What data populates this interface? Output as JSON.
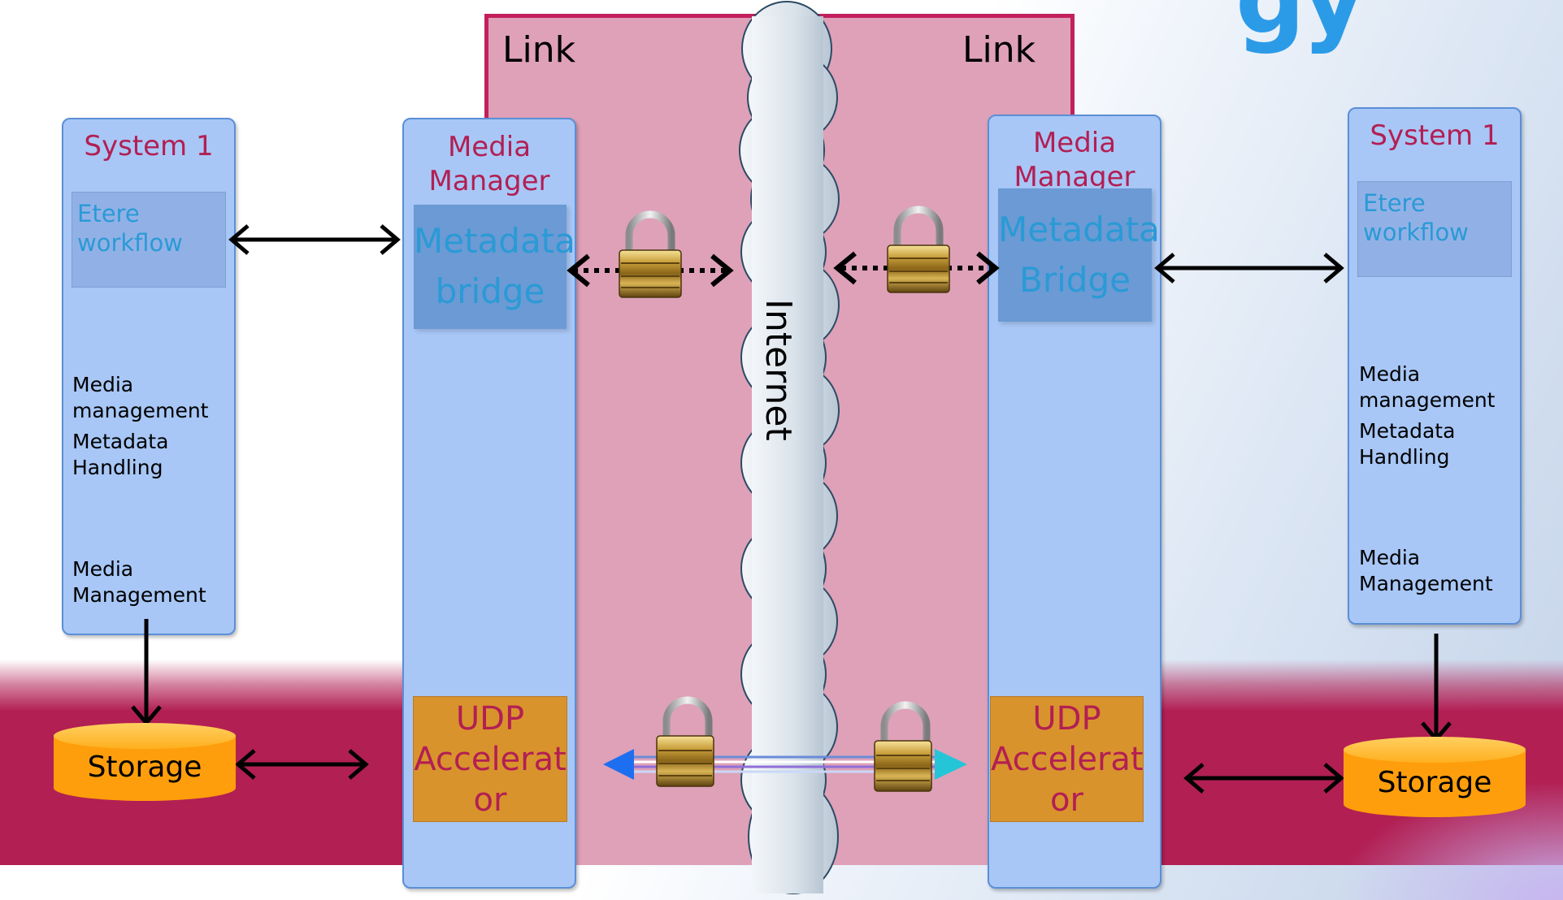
{
  "link_panel": {
    "left_label": "Link",
    "right_label": "Link"
  },
  "internet_label": "Internet",
  "title_fragment": "gy",
  "left_system": {
    "title": "System 1",
    "workflow_label": "Etere\nworkflow",
    "text1": "Media\nmanagement",
    "text2": "Metadata\nHandling",
    "text3": "Media\nManagement"
  },
  "left_media_manager": {
    "title": "Media\nManager",
    "metadata": "Metadata\nbridge",
    "udp": "UDP\nAccelerat\nor"
  },
  "right_media_manager": {
    "title": "Media\nManager",
    "metadata": "Metadata\nBridge",
    "udp": "UDP\nAccelerat\nor"
  },
  "right_system": {
    "title": "System 1",
    "workflow_label": "Etere\nworkflow",
    "text1": "Media\nmanagement",
    "text2": "Metadata\nHandling",
    "text3": "Media\nManagement"
  },
  "storage_left": "Storage",
  "storage_right": "Storage",
  "colors": {
    "column_fill": "#a8c7f6",
    "link_panel": "#dea1b8",
    "band": "#b21f53",
    "accent_text": "#b21f53",
    "metadata_text": "#2a9ad6",
    "udp_fill": "#d9932c",
    "storage_fill": "#ff9e0c"
  },
  "icons": [
    "padlock-icon",
    "cloud-icon",
    "double-arrow-icon",
    "dotted-arrow-icon",
    "storage-cylinder-icon"
  ]
}
